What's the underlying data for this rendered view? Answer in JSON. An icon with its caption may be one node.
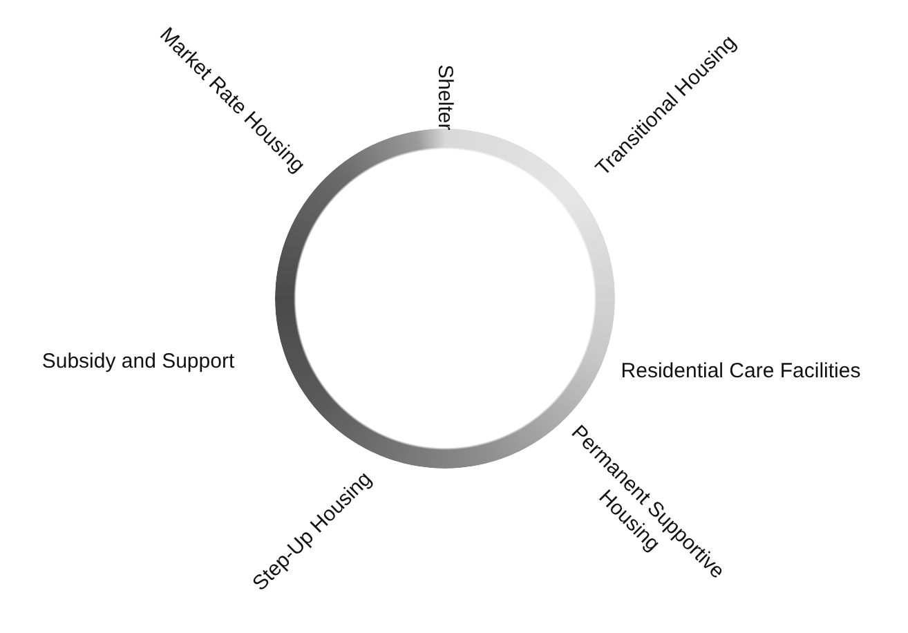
{
  "diagram": {
    "nodes": [
      {
        "text": [],
        "shape": "circle"
      }
    ],
    "labels": [
      "Market Rate Housing",
      "Shelter",
      "Transitional Housing",
      "Subsidy and Support",
      "Residential Care Facilities",
      "Permanent Supportive Housing",
      "Step-Up Housing"
    ]
  }
}
